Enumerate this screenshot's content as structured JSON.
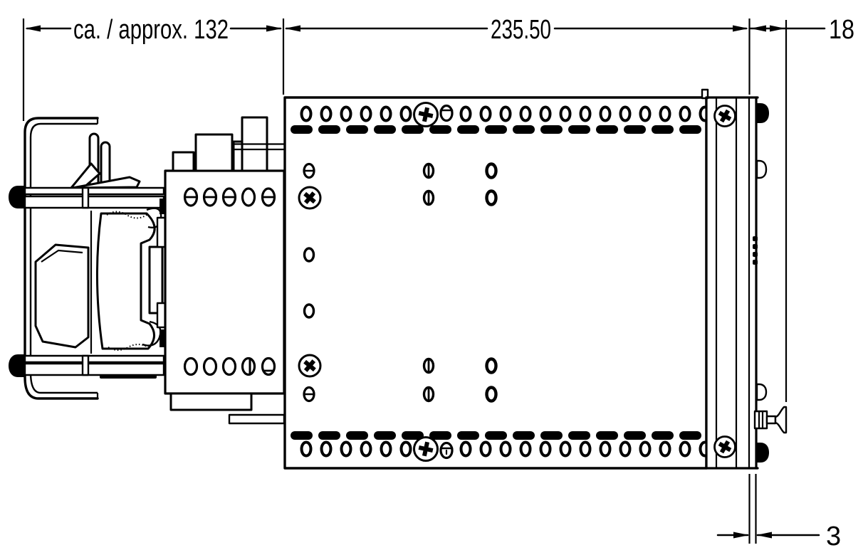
{
  "drawing": {
    "type": "technical-dimension-drawing-side-view",
    "colors": {
      "background": "#ffffff",
      "ink": "#000000"
    },
    "dimensions": {
      "overall_left": {
        "label": "ca. / approx. 132"
      },
      "body_width": {
        "label": "235.50"
      },
      "front_depth": {
        "label": "18"
      },
      "panel_thickness": {
        "label": "3"
      }
    }
  }
}
